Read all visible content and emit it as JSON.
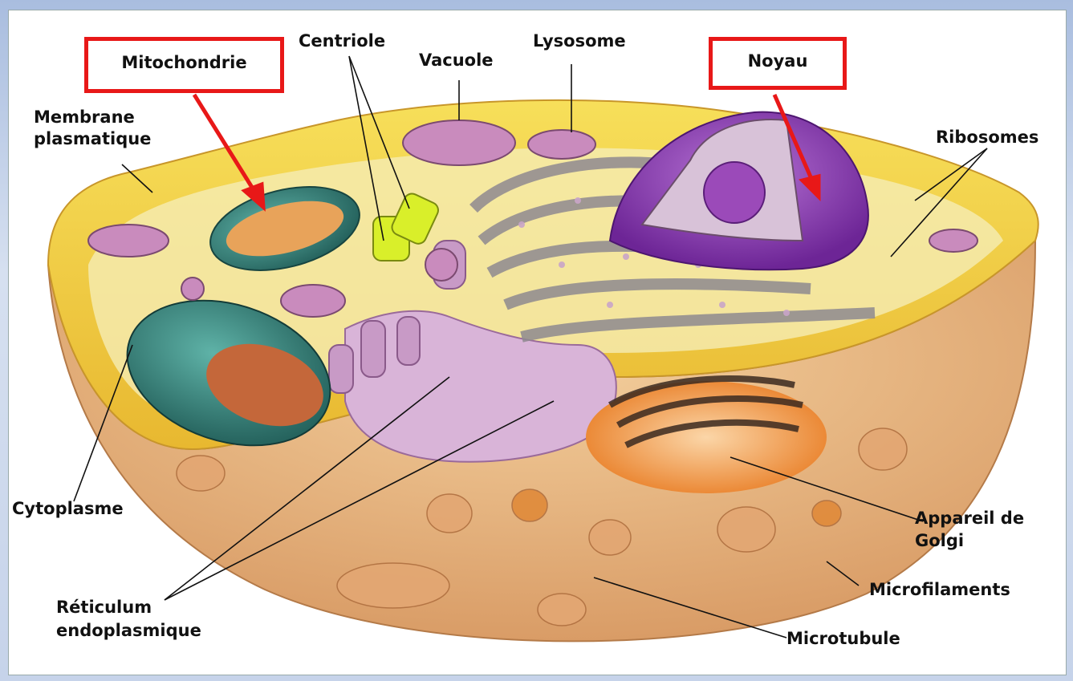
{
  "labels": {
    "mitochondrie": "Mitochondrie",
    "centriole": "Centriole",
    "vacuole": "Vacuole",
    "lysosome": "Lysosome",
    "noyau": "Noyau",
    "membrane_line1": "Membrane",
    "membrane_line2": "plasmatique",
    "ribosomes": "Ribosomes",
    "cytoplasme": "Cytoplasme",
    "appareil_line1": "Appareil de",
    "appareil_line2": "Golgi",
    "microfilaments": "Microfilaments",
    "reticulum_line1": "Réticulum",
    "reticulum_line2": "endoplasmique",
    "microtubule": "Microtubule"
  },
  "colors": {
    "highlight_box": "#e81818",
    "cytoplasm_cut": "#e8b98a",
    "cytoplasm_top": "#f3d74a",
    "nucleus": "#8c3fb0",
    "mitochondria": "#3f8f86",
    "golgi": "#ef8a2c",
    "reticulum": "#c9a0c9",
    "centriole": "#d9ef2a"
  }
}
